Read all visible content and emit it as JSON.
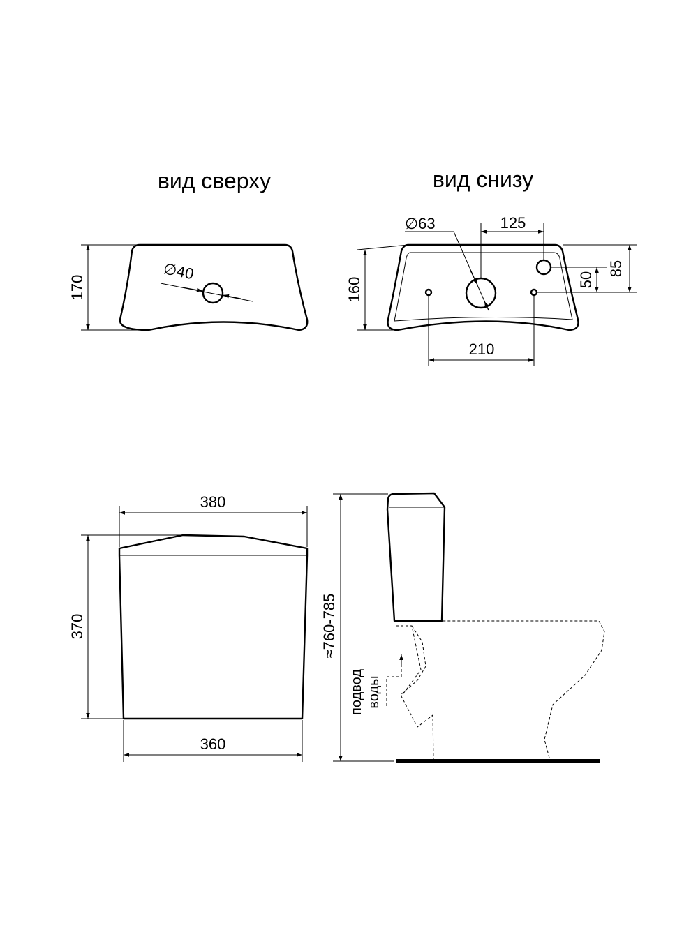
{
  "views": {
    "top_title": "вид сверху",
    "bottom_title": "вид снизу"
  },
  "top_view": {
    "depth": "170",
    "hole_diameter": "∅40"
  },
  "bottom_view": {
    "depth": "160",
    "hole_diameter": "∅63",
    "offset_width": "125",
    "offset_height_a": "50",
    "offset_height_b": "85",
    "mount_spacing": "210"
  },
  "front_view": {
    "top_width": "380",
    "height": "370",
    "bottom_width": "360"
  },
  "side_view": {
    "total_height": "≈760-785",
    "water_inlet_line1": "подвод",
    "water_inlet_line2": "воды"
  }
}
